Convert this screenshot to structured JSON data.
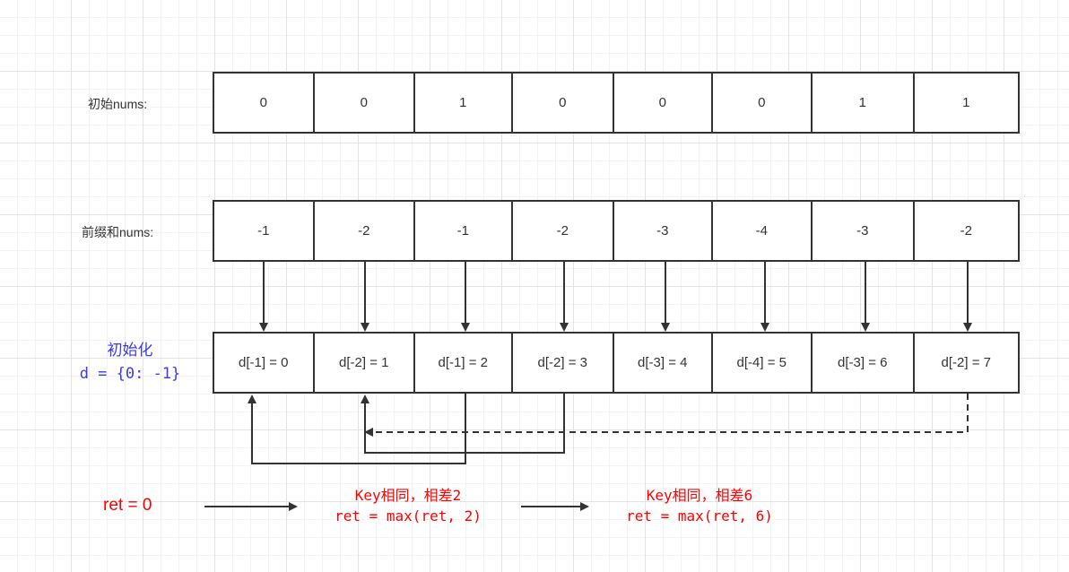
{
  "rows": [
    {
      "label": "初始nums:",
      "cells": [
        "0",
        "0",
        "1",
        "0",
        "0",
        "0",
        "1",
        "1"
      ]
    },
    {
      "label": "前缀和nums:",
      "cells": [
        "-1",
        "-2",
        "-1",
        "-2",
        "-3",
        "-4",
        "-3",
        "-2"
      ]
    },
    {
      "cells": [
        "d[-1] = 0",
        "d[-2] = 1",
        "d[-1] = 2",
        "d[-2] = 3",
        "d[-3] = 4",
        "d[-4] = 5",
        "d[-3] = 6",
        "d[-2] = 7"
      ]
    }
  ],
  "init": {
    "line1": "初始化",
    "line2": "d = {0: -1}"
  },
  "ret_init": "ret = 0",
  "notes": [
    {
      "line1": "Key相同，相差2",
      "line2": "ret = max(ret, 2)"
    },
    {
      "line1": "Key相同，相差6",
      "line2": "ret = max(ret, 6)"
    }
  ],
  "colors": {
    "line": "#333333",
    "highlight": "#ff0000",
    "init_text": "#3a3af0"
  }
}
